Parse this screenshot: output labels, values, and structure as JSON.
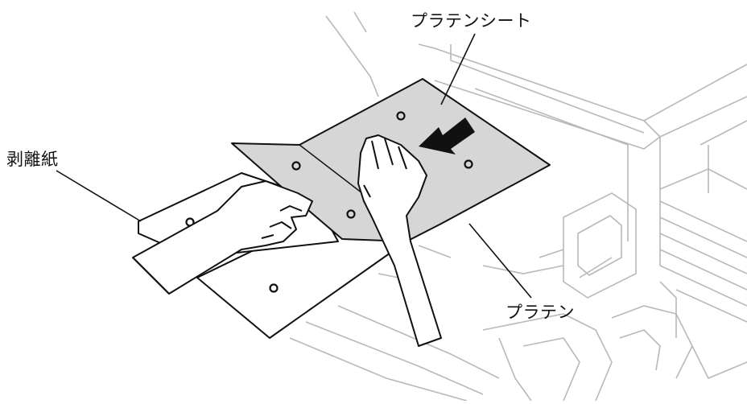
{
  "labels": {
    "platen_sheet": "プラテンシート",
    "release_paper": "剥離紙",
    "platen": "プラテン"
  },
  "colors": {
    "line": "#111111",
    "printer_gray": "#b8b8b8",
    "sheet_fill": "#d6d6d6",
    "platen_fill": "#ffffff",
    "arrow": "#111111"
  },
  "icons": {
    "arrow": "arrow-left-icon",
    "hole": "platen-hole-marker"
  }
}
